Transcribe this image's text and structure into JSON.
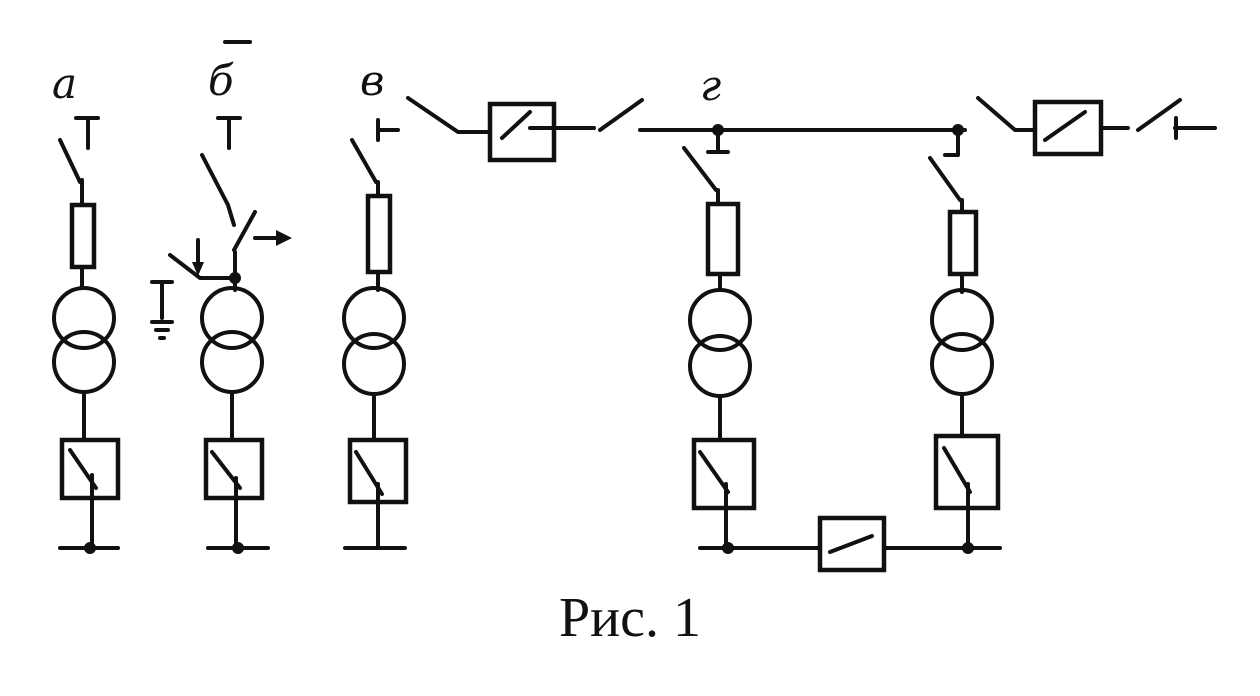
{
  "labels": {
    "a": "а",
    "b": "б",
    "v": "в",
    "g": "г"
  },
  "caption": "Рис. 1"
}
